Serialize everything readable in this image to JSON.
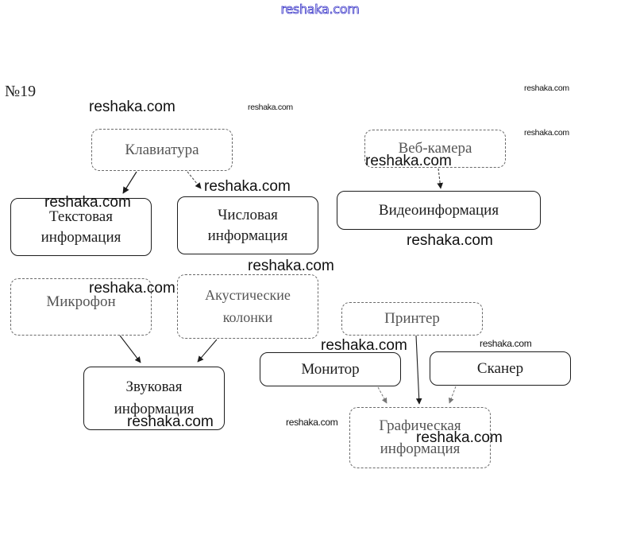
{
  "header": {
    "watermark": "reshaka.com",
    "watermark_color": "#3a36c8"
  },
  "task": {
    "number": "№19"
  },
  "nodes": {
    "keyboard": {
      "label": "Клавиатура"
    },
    "webcam": {
      "label": "Веб-камера"
    },
    "text_info": {
      "label": "Текстовая\nинформация"
    },
    "numeric_info": {
      "label": "Числовая\nинформация"
    },
    "video_info": {
      "label": "Видеоинформация"
    },
    "microphone": {
      "label": "Микрофон"
    },
    "speakers": {
      "label": "Акустические\nколонки"
    },
    "sound_info": {
      "label": "Звуковая\nинформация"
    },
    "printer": {
      "label": "Принтер"
    },
    "monitor": {
      "label": "Монитор"
    },
    "scanner": {
      "label": "Сканер"
    },
    "graphic_info": {
      "label": "Графическая\nинформация"
    }
  },
  "edges": [
    {
      "from": "keyboard",
      "to": "text_info"
    },
    {
      "from": "keyboard",
      "to": "numeric_info"
    },
    {
      "from": "webcam",
      "to": "video_info"
    },
    {
      "from": "microphone",
      "to": "sound_info"
    },
    {
      "from": "speakers",
      "to": "sound_info"
    },
    {
      "from": "monitor",
      "to": "graphic_info"
    },
    {
      "from": "printer",
      "to": "graphic_info"
    },
    {
      "from": "scanner",
      "to": "graphic_info"
    }
  ],
  "watermarks": [
    "reshaka.com",
    "reshaka.com",
    "reshaka.com",
    "reshaka.com",
    "reshaka.com",
    "reshaka.com",
    "reshaka.com",
    "reshaka.com",
    "reshaka.com",
    "reshaka.com",
    "reshaka.com",
    "reshaka.com",
    "reshaka.com",
    "reshaka.com",
    "reshaka.com",
    "reshaka.com"
  ]
}
